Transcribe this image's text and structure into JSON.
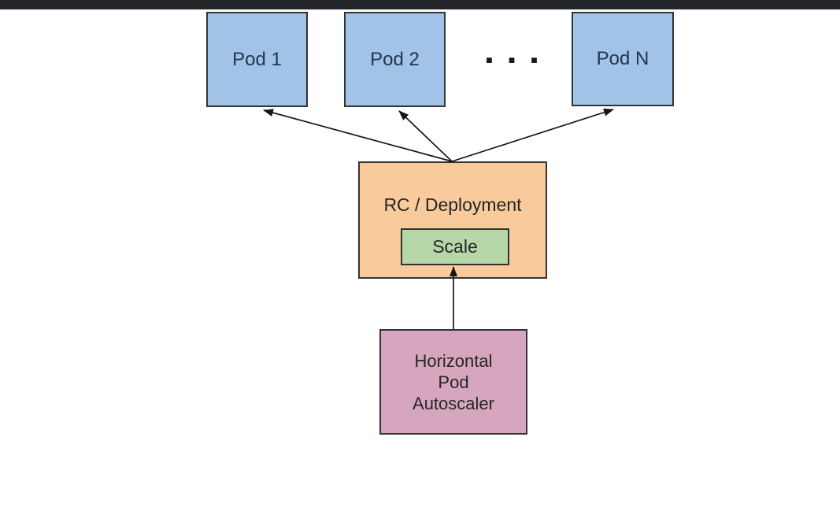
{
  "window": {
    "topbar_present": true
  },
  "diagram": {
    "title_semantic": "Horizontal Pod Autoscaler diagram",
    "pods": [
      {
        "id": "pod-1",
        "label": "Pod 1"
      },
      {
        "id": "pod-2",
        "label": "Pod 2"
      },
      {
        "id": "pod-n",
        "label": "Pod N"
      }
    ],
    "ellipsis_dots": [
      "▪",
      "▪",
      "▪"
    ],
    "controller": {
      "label": "RC / Deployment",
      "scale_label": "Scale"
    },
    "autoscaler": {
      "lines": [
        "Horizontal",
        "Pod",
        "Autoscaler"
      ]
    },
    "connections": [
      {
        "from": "RC / Deployment",
        "to": "Pod 1",
        "arrow": "to-pod"
      },
      {
        "from": "RC / Deployment",
        "to": "Pod 2",
        "arrow": "to-pod"
      },
      {
        "from": "RC / Deployment",
        "to": "Pod N",
        "arrow": "to-pod"
      },
      {
        "from": "Horizontal Pod Autoscaler",
        "to": "Scale",
        "arrow": "to-scale"
      }
    ]
  },
  "colors": {
    "pod_fill": "#a2c3e8",
    "pod_text": "#22364c",
    "controller_fill": "#f9cb9c",
    "scale_fill": "#b6d7a8",
    "autoscaler_fill": "#d5a6bd",
    "border": "#333333",
    "arrow": "#161616",
    "topbar": "#232528",
    "background": "#ffffff",
    "text": "#262626"
  }
}
